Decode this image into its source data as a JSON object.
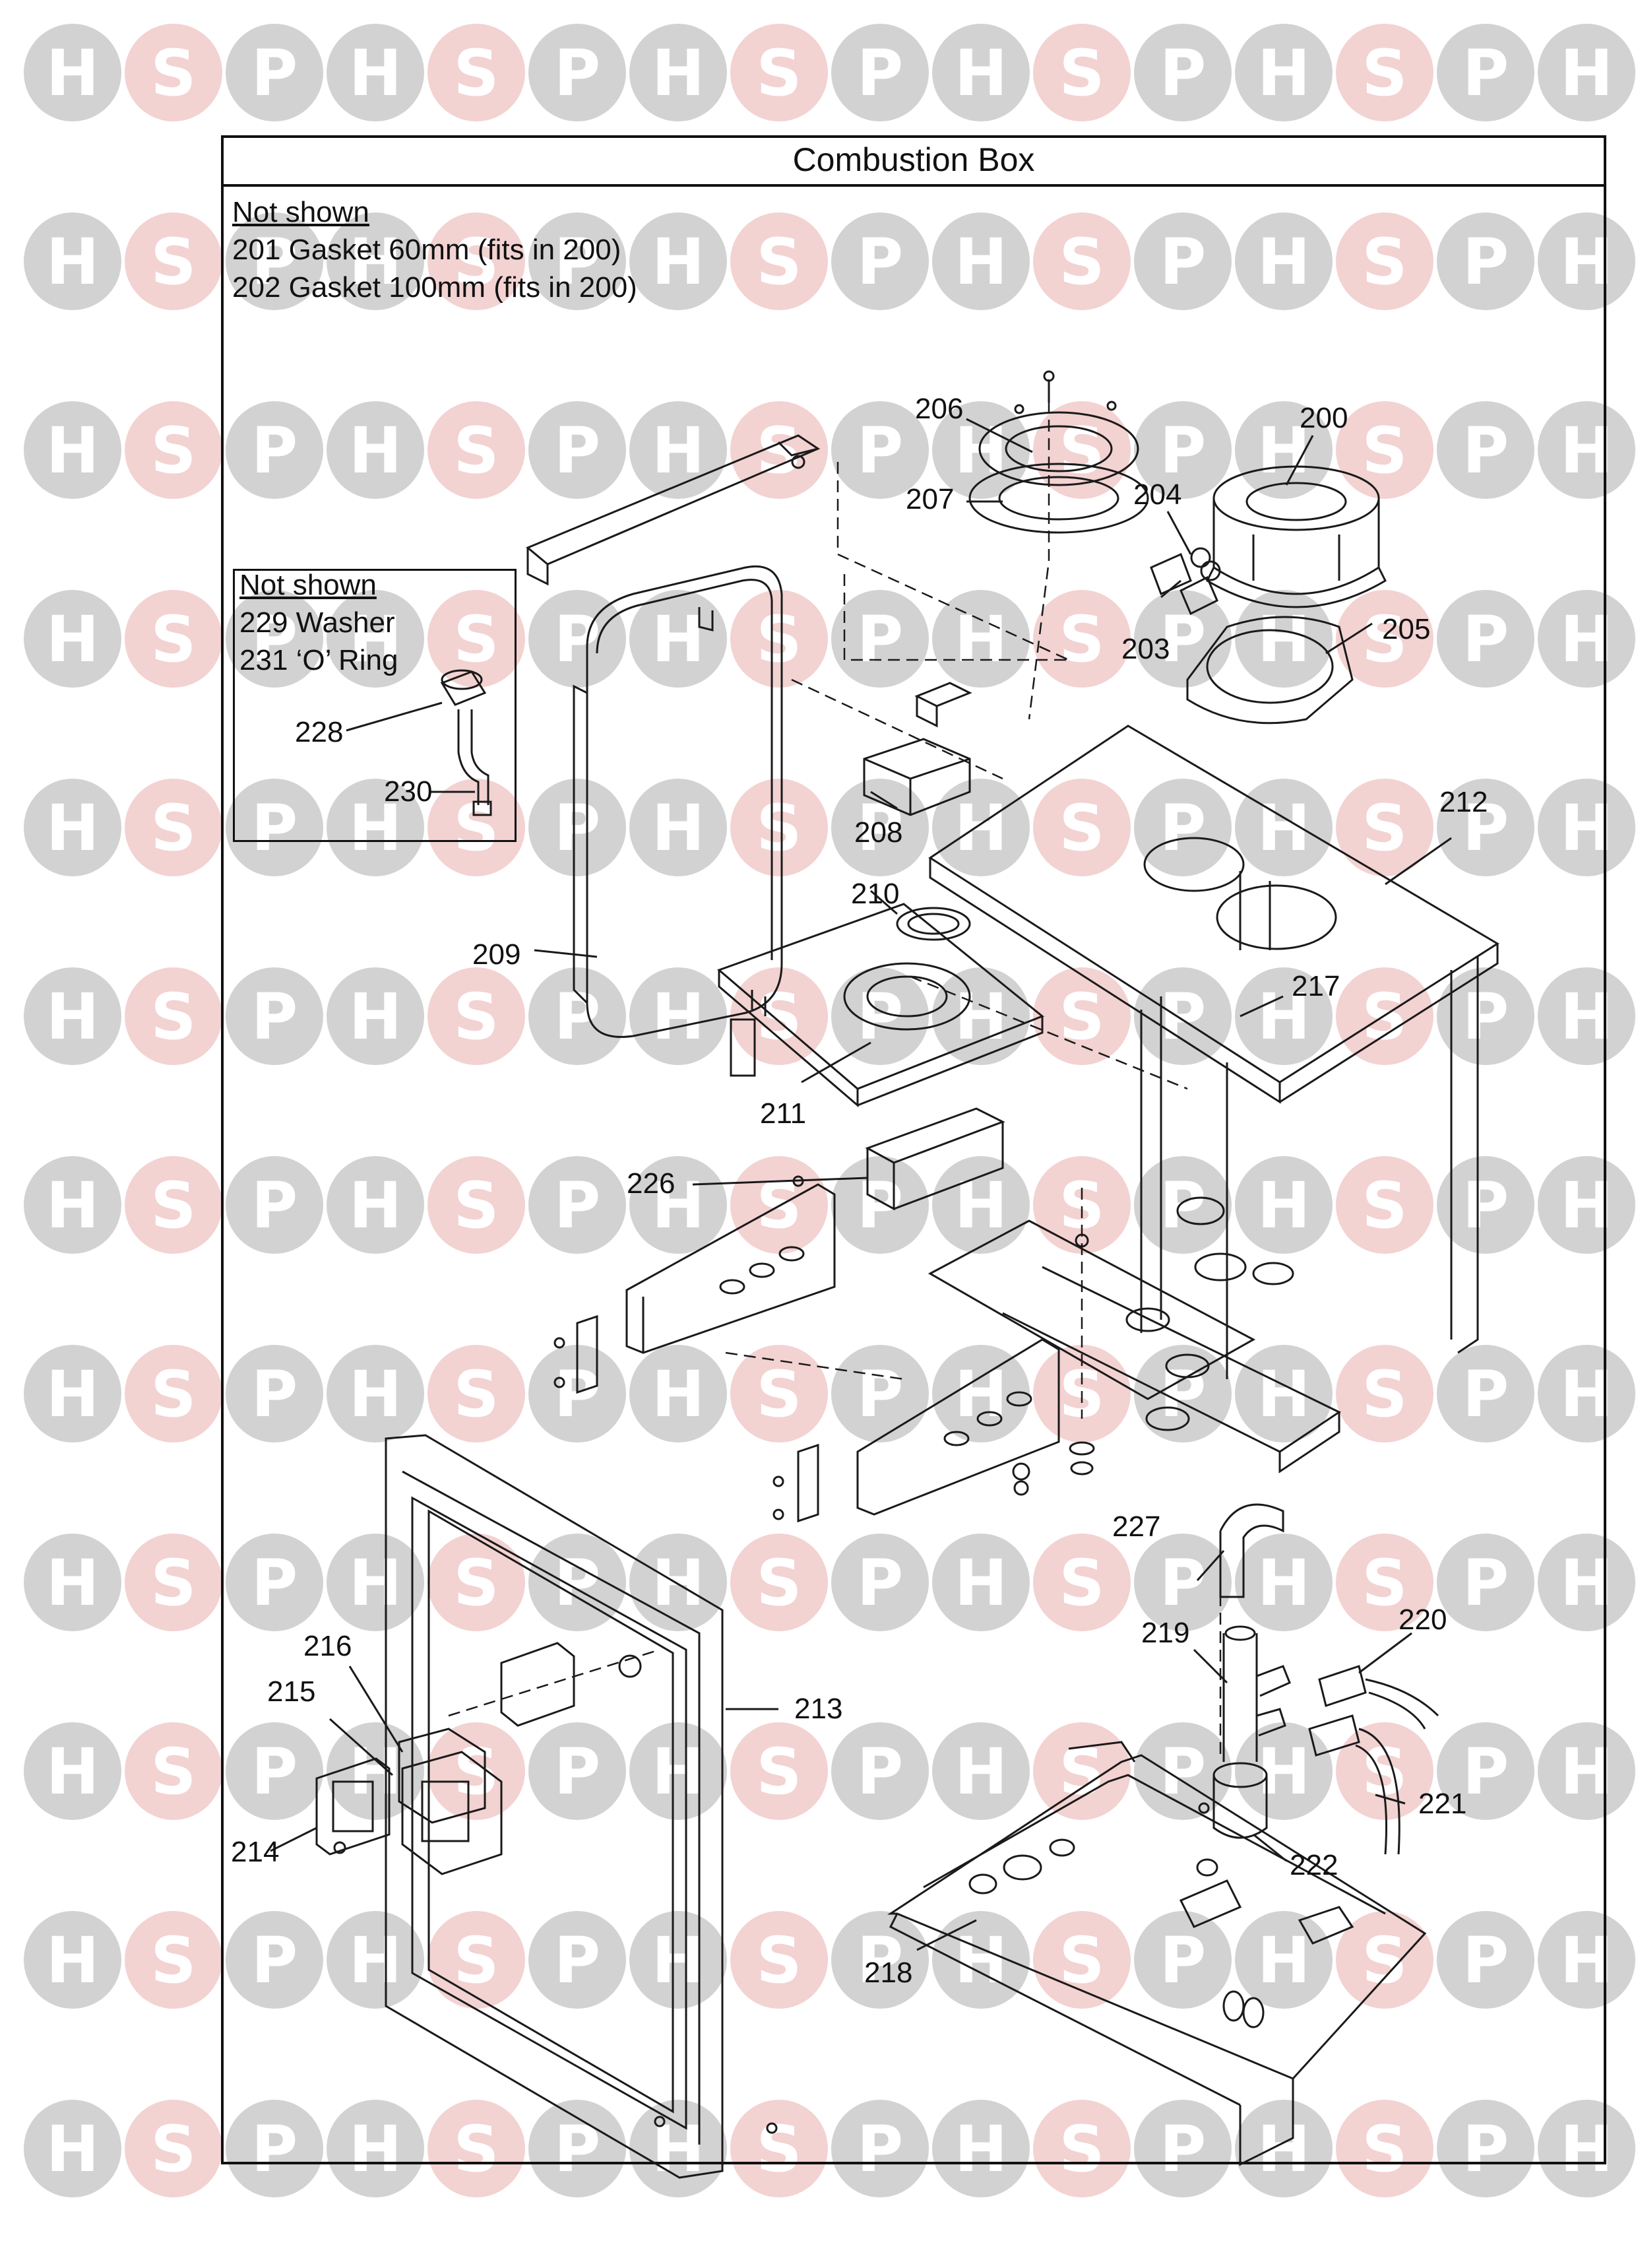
{
  "title": "Combustion Box",
  "watermark": {
    "letters": [
      "H",
      "S",
      "P"
    ],
    "colors": {
      "H": "#d2d2d2",
      "S": "#f3d2d2",
      "P": "#d2d2d2",
      "H_text": "#ffffff",
      "S_text": "#ffffff",
      "P_text": "#ffffff"
    }
  },
  "notes": {
    "main": {
      "header": "Not shown",
      "lines": [
        "201 Gasket 60mm (fits in 200)",
        "202 Gasket 100mm (fits in 200)"
      ]
    },
    "inset": {
      "header": "Not shown",
      "lines": [
        "229 Washer",
        "231 ‘O’ Ring"
      ]
    }
  },
  "callouts": {
    "c200": "200",
    "c203": "203",
    "c204": "204",
    "c205": "205",
    "c206": "206",
    "c207": "207",
    "c208": "208",
    "c209": "209",
    "c210": "210",
    "c211": "211",
    "c212": "212",
    "c213": "213",
    "c214": "214",
    "c215": "215",
    "c216": "216",
    "c217": "217",
    "c218": "218",
    "c219": "219",
    "c220": "220",
    "c221": "221",
    "c222": "222",
    "c226": "226",
    "c227": "227",
    "c228": "228",
    "c230": "230"
  }
}
